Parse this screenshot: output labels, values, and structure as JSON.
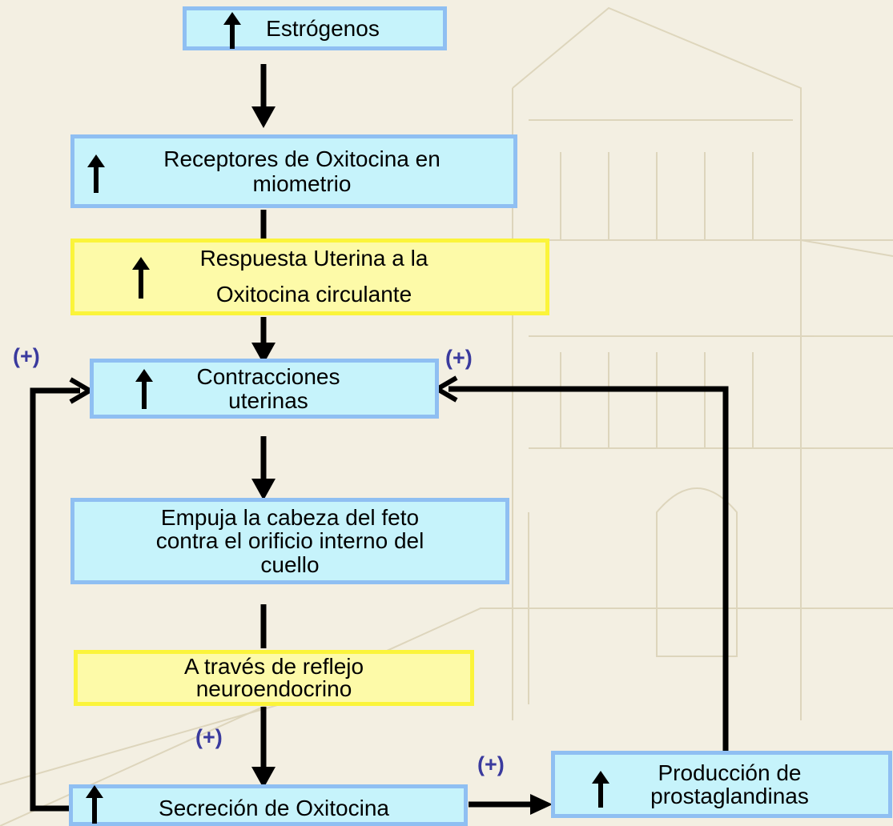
{
  "boxes": {
    "estrogenos": "Estrógenos",
    "receptores": "Receptores de Oxitocina en\nmiometrio",
    "respuesta": "Respuesta Uterina a la\nOxitocina circulante",
    "contracciones": "Contracciones\nuterinas",
    "empuja": "Empuja la cabeza del feto\ncontra el orificio interno del\ncuello",
    "reflejo": "A través de reflejo\nneuroendocrino",
    "secrecion": "Secreción de Oxitocina",
    "prostaglandinas": "Producción de\nprostaglandinas"
  },
  "feedback": {
    "left_top": "(+)",
    "right_top": "(+)",
    "bottom_center": "(+)",
    "bottom_right": "(+)"
  },
  "colors": {
    "blue_fill": "#c6f3fb",
    "blue_border": "#8fbff2",
    "yellow_fill": "#fdfaa8",
    "yellow_border": "#fbf43a",
    "plus_color": "#3a3a9e"
  }
}
